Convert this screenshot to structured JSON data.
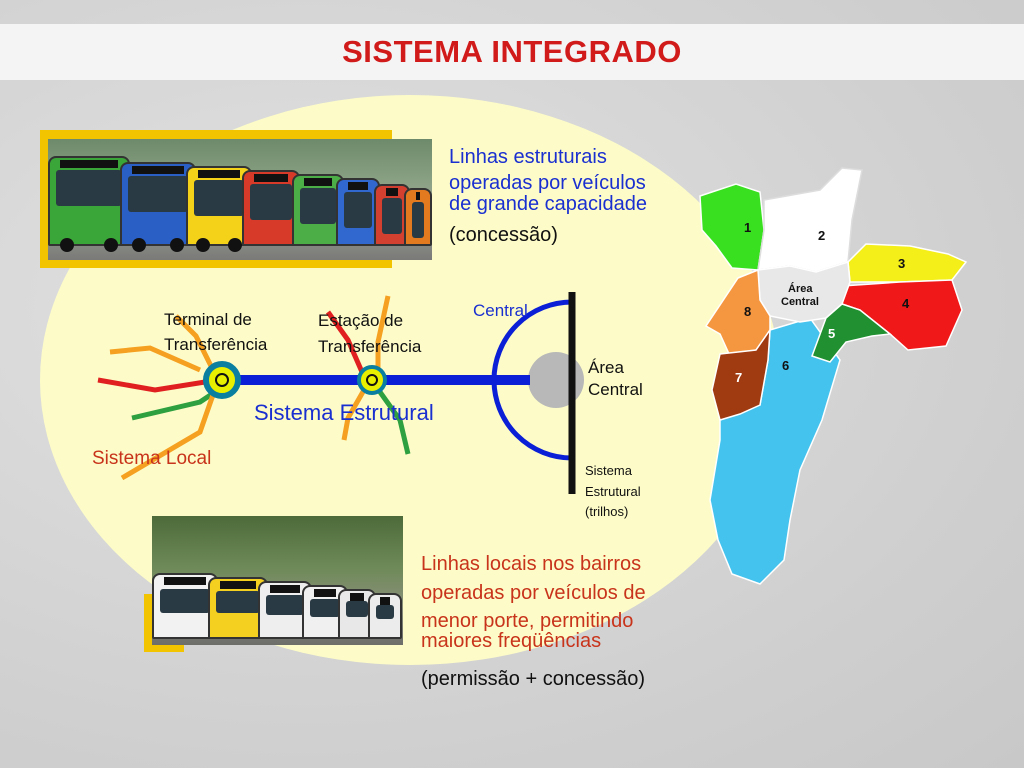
{
  "title": "SISTEMA INTEGRADO",
  "upper_caption": {
    "line1": "Linhas estruturais",
    "line2": "operadas por veículos",
    "line3": "de grande capacidade",
    "line4": "(concessão)"
  },
  "lower_caption": {
    "line1": "Linhas locais nos bairros",
    "line2": "operadas por veículos de",
    "line3": "menor porte, permitindo",
    "line4": "maiores freqüências",
    "line5": "(permissão + concessão)"
  },
  "diagram": {
    "terminal_l1": "Terminal de",
    "terminal_l2": "Transferência",
    "station_l1": "Estação de",
    "station_l2": "Transferência",
    "central": "Central",
    "area_l1": "Área",
    "area_l2": "Central",
    "estrutural": "Sistema Estrutural",
    "local": "Sistema Local",
    "rail_l1": "Sistema",
    "rail_l2": "Estrutural",
    "rail_l3": "(trilhos)"
  },
  "map": {
    "zones": [
      "1",
      "2",
      "3",
      "4",
      "5",
      "6",
      "7",
      "8"
    ],
    "center_l1": "Área",
    "center_l2": "Central"
  },
  "colors": {
    "title": "#d11a1a",
    "trunk": "#0a1fd6",
    "local_red": "#e02020",
    "local_orange": "#f5a020",
    "local_green": "#2ea040",
    "frame": "#f2c400",
    "ellipse": "#fdfcc8"
  }
}
